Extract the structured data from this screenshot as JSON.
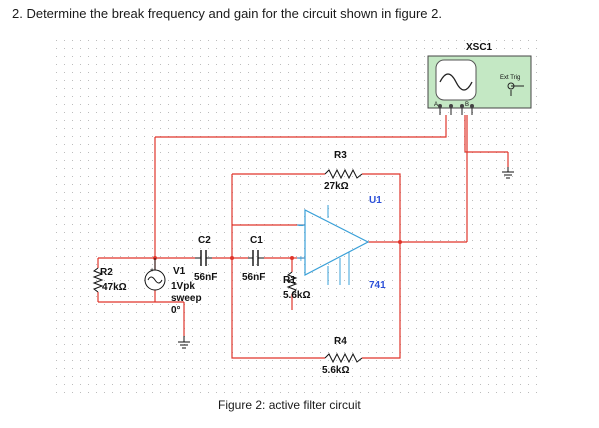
{
  "question": "2.   Determine the break frequency and gain for the circuit shown in figure 2.",
  "caption": "Figure 2: active filter circuit",
  "colors": {
    "wire": "#e0352b",
    "opamp": "#3aa0d8",
    "scope_body": "#c4e8c4",
    "label": "#111111",
    "opamp_label": "#2b4fd8"
  },
  "components": {
    "r2": {
      "name": "R2",
      "value": "47kΩ"
    },
    "v1": {
      "name": "V1",
      "amplitude": "1Vpk",
      "mode": "sweep",
      "phase": "0°"
    },
    "c2": {
      "name": "C2",
      "value": "56nF"
    },
    "c1": {
      "name": "C1",
      "value": "56nF"
    },
    "r1": {
      "name": "R1",
      "value": "5.6kΩ"
    },
    "r3": {
      "name": "R3",
      "value": "27kΩ"
    },
    "r4": {
      "name": "R4",
      "value": "5.6kΩ"
    },
    "u1": {
      "name": "U1",
      "part": "741"
    },
    "scope": {
      "name": "XSC1",
      "trigger_label": "Ext Trig",
      "channel_a": "A",
      "channel_b": "B"
    }
  }
}
